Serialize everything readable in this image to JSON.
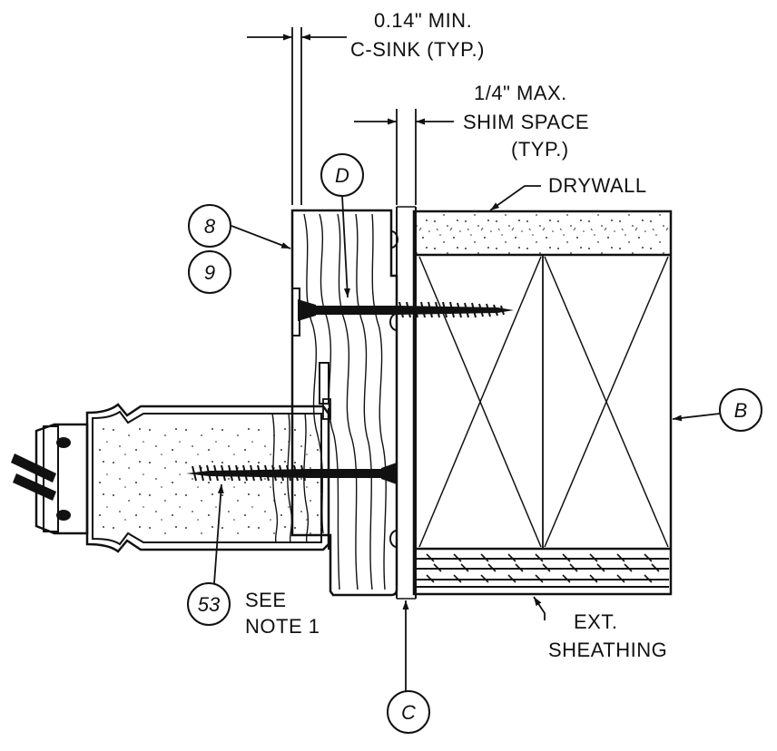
{
  "callouts": {
    "csink_dim": "0.14\" MIN.",
    "csink_label": "C-SINK (TYP.)",
    "shim_dim": "1/4\" MAX.",
    "shim_label": "SHIM SPACE",
    "shim_typ": "(TYP.)",
    "drywall": "DRYWALL",
    "ext_line1": "EXT.",
    "ext_line2": "SHEATHING",
    "see": "SEE",
    "note": "NOTE 1"
  },
  "bubbles": {
    "d": "D",
    "eight": "8",
    "nine": "9",
    "b": "B",
    "fifty_three": "53",
    "c": "C"
  },
  "colors": {
    "ink": "#111111",
    "paper": "#ffffff"
  }
}
